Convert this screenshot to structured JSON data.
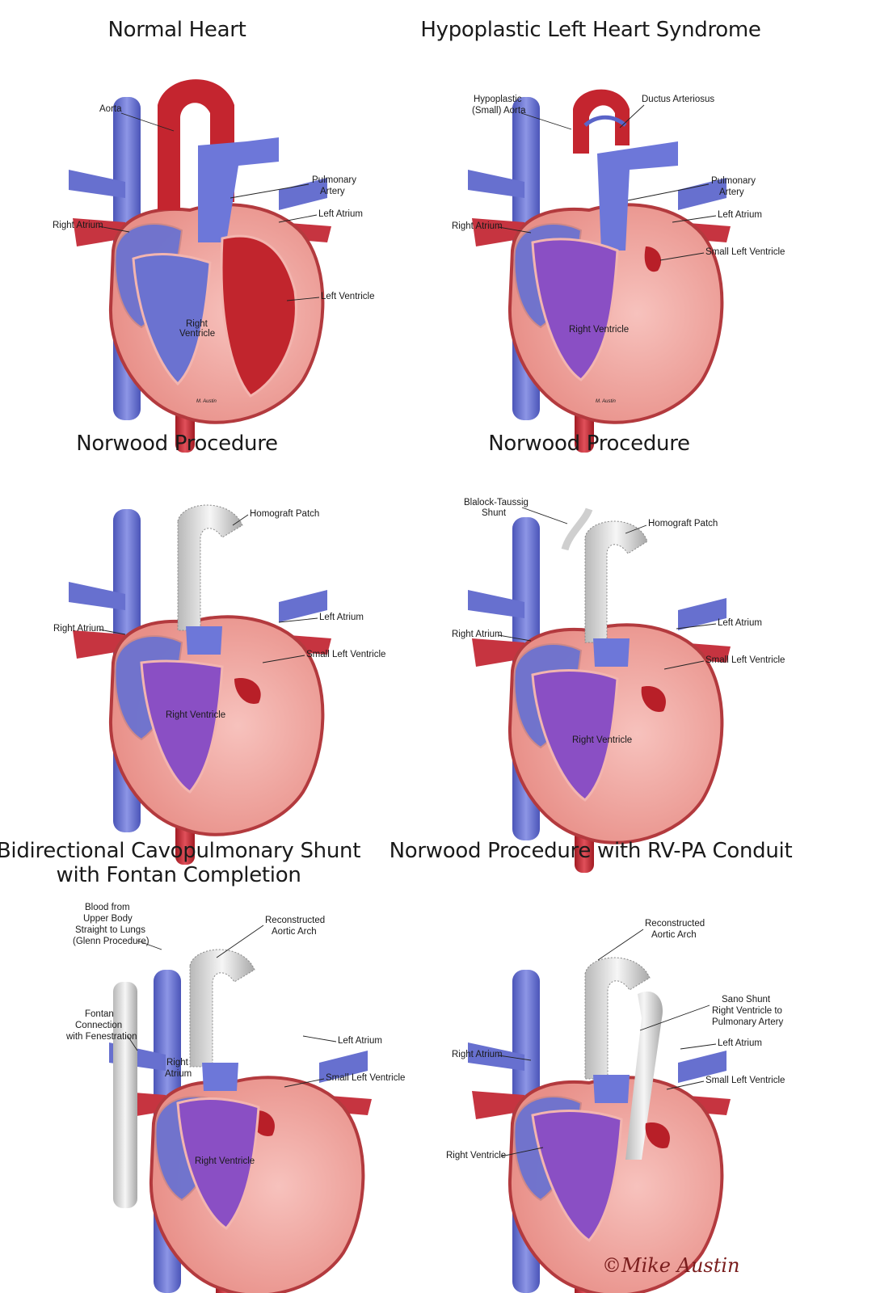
{
  "panels": [
    {
      "title": "Normal Heart",
      "labels": {
        "aorta": "Aorta",
        "pulmonary_artery_1": "Pulmonary",
        "pulmonary_artery_2": "Artery",
        "left_atrium": "Left Atrium",
        "right_atrium": "Right Atrium",
        "left_ventricle": "Left Ventricle",
        "right_ventricle_1": "Right",
        "right_ventricle_2": "Ventricle",
        "signature": "M. Austin"
      }
    },
    {
      "title": "Hypoplastic Left Heart Syndrome",
      "labels": {
        "hypoplastic_aorta_1": "Hypoplastic",
        "hypoplastic_aorta_2": "(Small) Aorta",
        "ductus": "Ductus Arteriosus",
        "pulmonary_artery_1": "Pulmonary",
        "pulmonary_artery_2": "Artery",
        "left_atrium": "Left Atrium",
        "right_atrium": "Right Atrium",
        "small_left_ventricle": "Small Left Ventricle",
        "right_ventricle": "Right Ventricle",
        "signature": "M. Austin"
      }
    },
    {
      "title": "Norwood Procedure",
      "labels": {
        "homograft_patch": "Homograft Patch",
        "right_atrium": "Right Atrium",
        "left_atrium": "Left Atrium",
        "small_left_ventricle": "Small Left Ventricle",
        "right_ventricle": "Right Ventricle"
      }
    },
    {
      "title": "Norwood Procedure",
      "labels": {
        "bt_shunt_1": "Blalock-Taussig",
        "bt_shunt_2": "Shunt",
        "homograft_patch": "Homograft Patch",
        "right_atrium": "Right Atrium",
        "left_atrium": "Left Atrium",
        "small_left_ventricle": "Small Left Ventricle",
        "right_ventricle": "Right Ventricle"
      }
    },
    {
      "title_line1": "Bidirectional Cavopulmonary Shunt",
      "title_line2": "with Fontan Completion",
      "labels": {
        "glenn_1": "Blood from",
        "glenn_2": "Upper Body",
        "glenn_3": "Straight to Lungs",
        "glenn_4": "(Glenn Procedure)",
        "reconstructed_1": "Reconstructed",
        "reconstructed_2": "Aortic Arch",
        "fontan_1": "Fontan",
        "fontan_2": "Connection",
        "fontan_3": "with Fenestration",
        "left_atrium": "Left Atrium",
        "right_atrium_1": "Right",
        "right_atrium_2": "Atrium",
        "small_left_ventricle": "Small Left Ventricle",
        "right_ventricle": "Right Ventricle"
      }
    },
    {
      "title": "Norwood Procedure with RV-PA Conduit",
      "labels": {
        "reconstructed_1": "Reconstructed",
        "reconstructed_2": "Aortic Arch",
        "sano_1": "Sano Shunt",
        "sano_2": "Right Ventricle to",
        "sano_3": "Pulmonary Artery",
        "right_atrium": "Right Atrium",
        "left_atrium": "Left Atrium",
        "small_left_ventricle": "Small Left Ventricle",
        "right_ventricle": "Right Ventricle"
      }
    }
  ],
  "copyright": "©Mike Austin",
  "colors": {
    "oxygenated": "#c4252f",
    "deoxygenated": "#6a73d4",
    "mixed": "#8a4fc4",
    "myocardium": "#f2a9a3",
    "graft": "#e2e2e2"
  }
}
